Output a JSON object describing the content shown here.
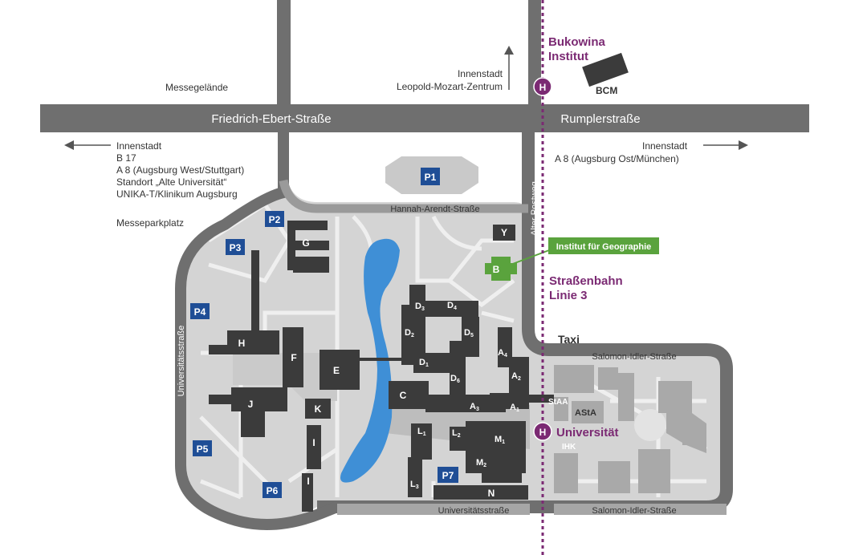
{
  "roads": {
    "friedrich": "Friedrich-Ebert-Straße",
    "rumpler": "Rumplerstraße",
    "hannah": "Hannah-Arendt-Straße",
    "alter_postweg": "Alter Postweg",
    "universitaetsstrasse_left": "Universitätsstraße",
    "universitaetsstrasse_bottom": "Universitätsstraße",
    "salomon_top": "Salomon-Idler-Straße",
    "salomon_bottom": "Salomon-Idler-Straße"
  },
  "places": {
    "messegelaende": "Messegelände",
    "innenstadt_top_1": "Innenstadt",
    "innenstadt_top_2": "Leopold-Mozart-Zentrum",
    "left_dir": [
      "Innenstadt",
      "B 17",
      "A 8 (Augsburg West/Stuttgart)",
      "Standort „Alte Universität“",
      "UNIKA-T/Klinikum Augsburg"
    ],
    "messeparkplatz": "Messeparkplatz",
    "right_dir": [
      "Innenstadt",
      "A 8 (Augsburg Ost/München)"
    ],
    "bukowina_1": "Bukowina",
    "bukowina_2": "Institut",
    "bcm": "BCM",
    "institut_geographie": "Institut für Geographie",
    "strassenbahn_1": "Straßenbahn",
    "strassenbahn_2": "Linie 3",
    "taxi": "Taxi",
    "stop_h": "H",
    "universitaet": "Universität",
    "staa": "StAA",
    "asta": "AStA",
    "ihk": "IHK"
  },
  "parking": [
    "P1",
    "P2",
    "P3",
    "P4",
    "P5",
    "P6",
    "P7"
  ],
  "buildings": {
    "G": "G",
    "H": "H",
    "F": "F",
    "E": "E",
    "J": "J",
    "K": "K",
    "I1": "I",
    "I2": "I",
    "Y": "Y",
    "B": "B",
    "C": "C",
    "N": "N",
    "D1": "D",
    "D2": "D",
    "D3": "D",
    "D4": "D",
    "D5": "D",
    "D6": "D",
    "A1": "A",
    "A2": "A",
    "A3": "A",
    "A4": "A",
    "L1": "L",
    "L2": "L",
    "L3": "L",
    "M1": "M",
    "M2": "M"
  },
  "subs": {
    "1": "1",
    "2": "2",
    "3": "3",
    "4": "4",
    "5": "5",
    "6": "6"
  },
  "colors": {
    "road": "#6f6f6f",
    "building": "#3b3b3b",
    "campus_fill": "#d9d9d9",
    "path": "#ebebeb",
    "lake": "#3f8fd6",
    "parking": "#1f4e96",
    "tram": "#7b2a73",
    "geo": "#5aa33d"
  }
}
